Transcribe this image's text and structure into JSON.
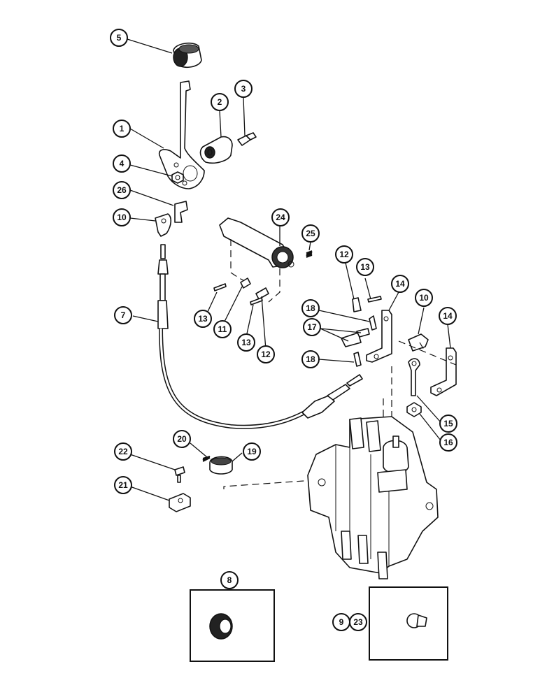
{
  "callouts": [
    {
      "id": "c5",
      "label": "5"
    },
    {
      "id": "c2",
      "label": "2"
    },
    {
      "id": "c3",
      "label": "3"
    },
    {
      "id": "c1",
      "label": "1"
    },
    {
      "id": "c4",
      "label": "4"
    },
    {
      "id": "c26",
      "label": "26"
    },
    {
      "id": "c10a",
      "label": "10"
    },
    {
      "id": "c24",
      "label": "24"
    },
    {
      "id": "c25",
      "label": "25"
    },
    {
      "id": "c12a",
      "label": "12"
    },
    {
      "id": "c13a",
      "label": "13"
    },
    {
      "id": "c14a",
      "label": "14"
    },
    {
      "id": "c10b",
      "label": "10"
    },
    {
      "id": "c14b",
      "label": "14"
    },
    {
      "id": "c18a",
      "label": "18"
    },
    {
      "id": "c17",
      "label": "17"
    },
    {
      "id": "c18b",
      "label": "18"
    },
    {
      "id": "c7",
      "label": "7"
    },
    {
      "id": "c13b",
      "label": "13"
    },
    {
      "id": "c11",
      "label": "11"
    },
    {
      "id": "c13c",
      "label": "13"
    },
    {
      "id": "c12b",
      "label": "12"
    },
    {
      "id": "c15",
      "label": "15"
    },
    {
      "id": "c16",
      "label": "16"
    },
    {
      "id": "c20",
      "label": "20"
    },
    {
      "id": "c19",
      "label": "19"
    },
    {
      "id": "c22",
      "label": "22"
    },
    {
      "id": "c21",
      "label": "21"
    },
    {
      "id": "c8",
      "label": "8"
    },
    {
      "id": "c9",
      "label": "9"
    },
    {
      "id": "c23",
      "label": "23"
    }
  ]
}
